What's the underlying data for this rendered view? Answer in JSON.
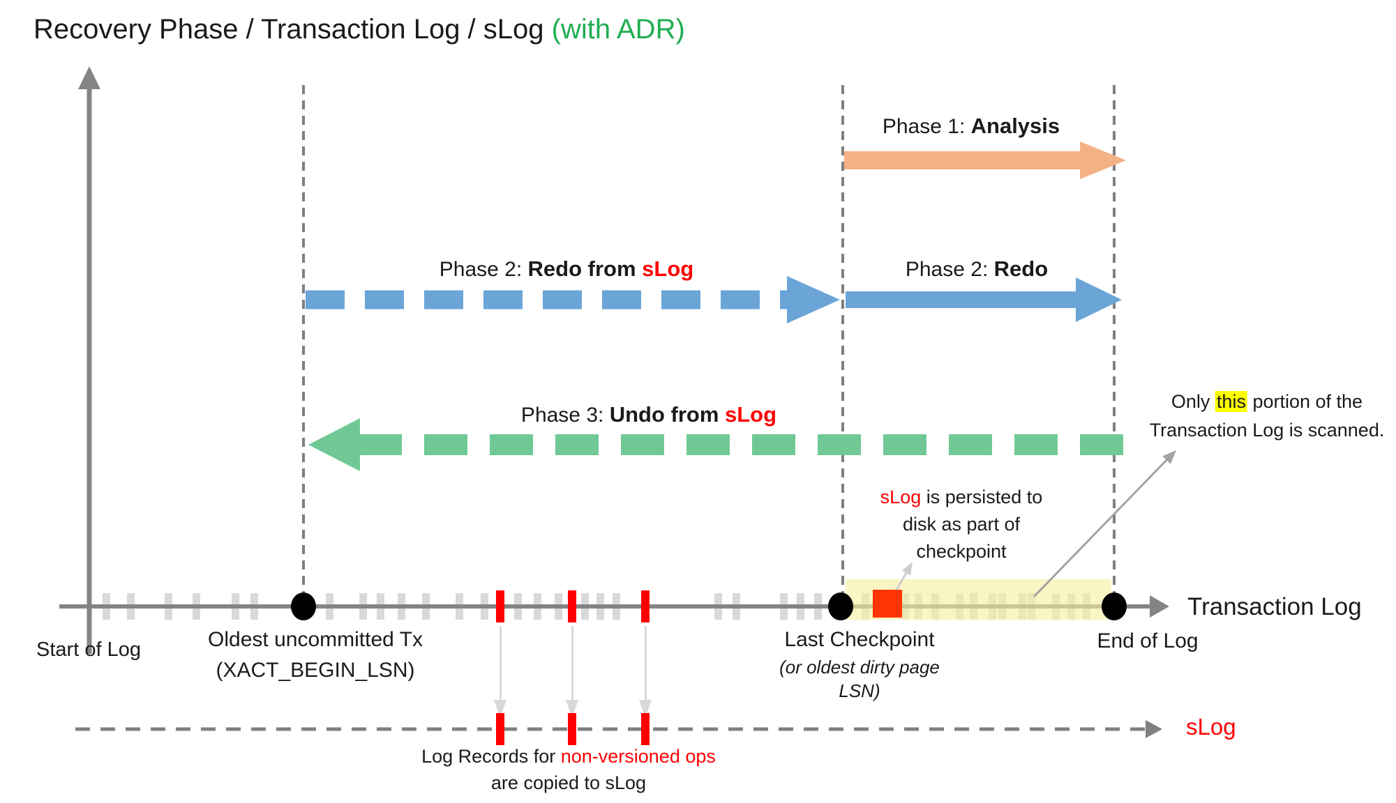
{
  "title": {
    "text": "Recovery Phase / Transaction Log / sLog ",
    "suffix": "(with ADR)"
  },
  "phase_labels": {
    "analysis": {
      "prefix": "Phase 1: ",
      "name": "Analysis"
    },
    "redo_slog": {
      "prefix": "Phase 2: ",
      "name": "Redo from ",
      "accent": "sLog"
    },
    "redo": {
      "prefix": "Phase 2: ",
      "name": "Redo"
    },
    "undo_slog": {
      "prefix": "Phase 3: ",
      "name": "Undo from ",
      "accent": "sLog"
    }
  },
  "annotations": {
    "scanned_line1_pre": "Only ",
    "scanned_highlight": "this",
    "scanned_line1_post": " portion of the",
    "scanned_line2": "Transaction Log is scanned.",
    "persisted_accent": "sLog",
    "persisted_line1_rest": " is persisted to",
    "persisted_line2": "disk as part of",
    "persisted_line3": "checkpoint",
    "copied_line1_pre": "Log Records for ",
    "copied_line1_accent": "non-versioned ops",
    "copied_line2": "are copied to sLog"
  },
  "timeline": {
    "start_label": "Start of Log",
    "oldest_tx_line1": "Oldest uncommitted Tx",
    "oldest_tx_line2": "(XACT_BEGIN_LSN)",
    "checkpoint_label": "Last Checkpoint",
    "checkpoint_sub": "(or oldest dirty page LSN)",
    "end_label": "End of Log",
    "axis_label": "Transaction Log",
    "slog_label": "sLog"
  },
  "colors": {
    "title_accent_green": "#1fad52",
    "phase1_orange": "#f4b183",
    "phase2_blue": "#6ba5d7",
    "phase3_green": "#70c995",
    "axis_gray": "#848484",
    "guide_gray": "#7f7f7f",
    "tick_gray": "#d9d9d9",
    "record_red": "#ff0000",
    "checkpoint_square_red": "#ff3505",
    "scanned_band_yellow": "#f6f19e",
    "highlight_yellow": "#ffff00"
  },
  "log_ticks": {
    "gray": [
      152,
      187,
      241,
      281,
      337,
      364,
      472,
      520,
      545,
      575,
      610,
      658,
      694,
      742,
      770,
      800,
      838,
      860,
      883,
      1029,
      1055,
      1123,
      1147,
      1172
    ],
    "zone_gray": [
      1240,
      1297,
      1316,
      1340,
      1375,
      1395,
      1422,
      1436,
      1465,
      1478,
      1513,
      1535,
      1557
    ],
    "red": [
      717,
      820,
      925
    ]
  }
}
